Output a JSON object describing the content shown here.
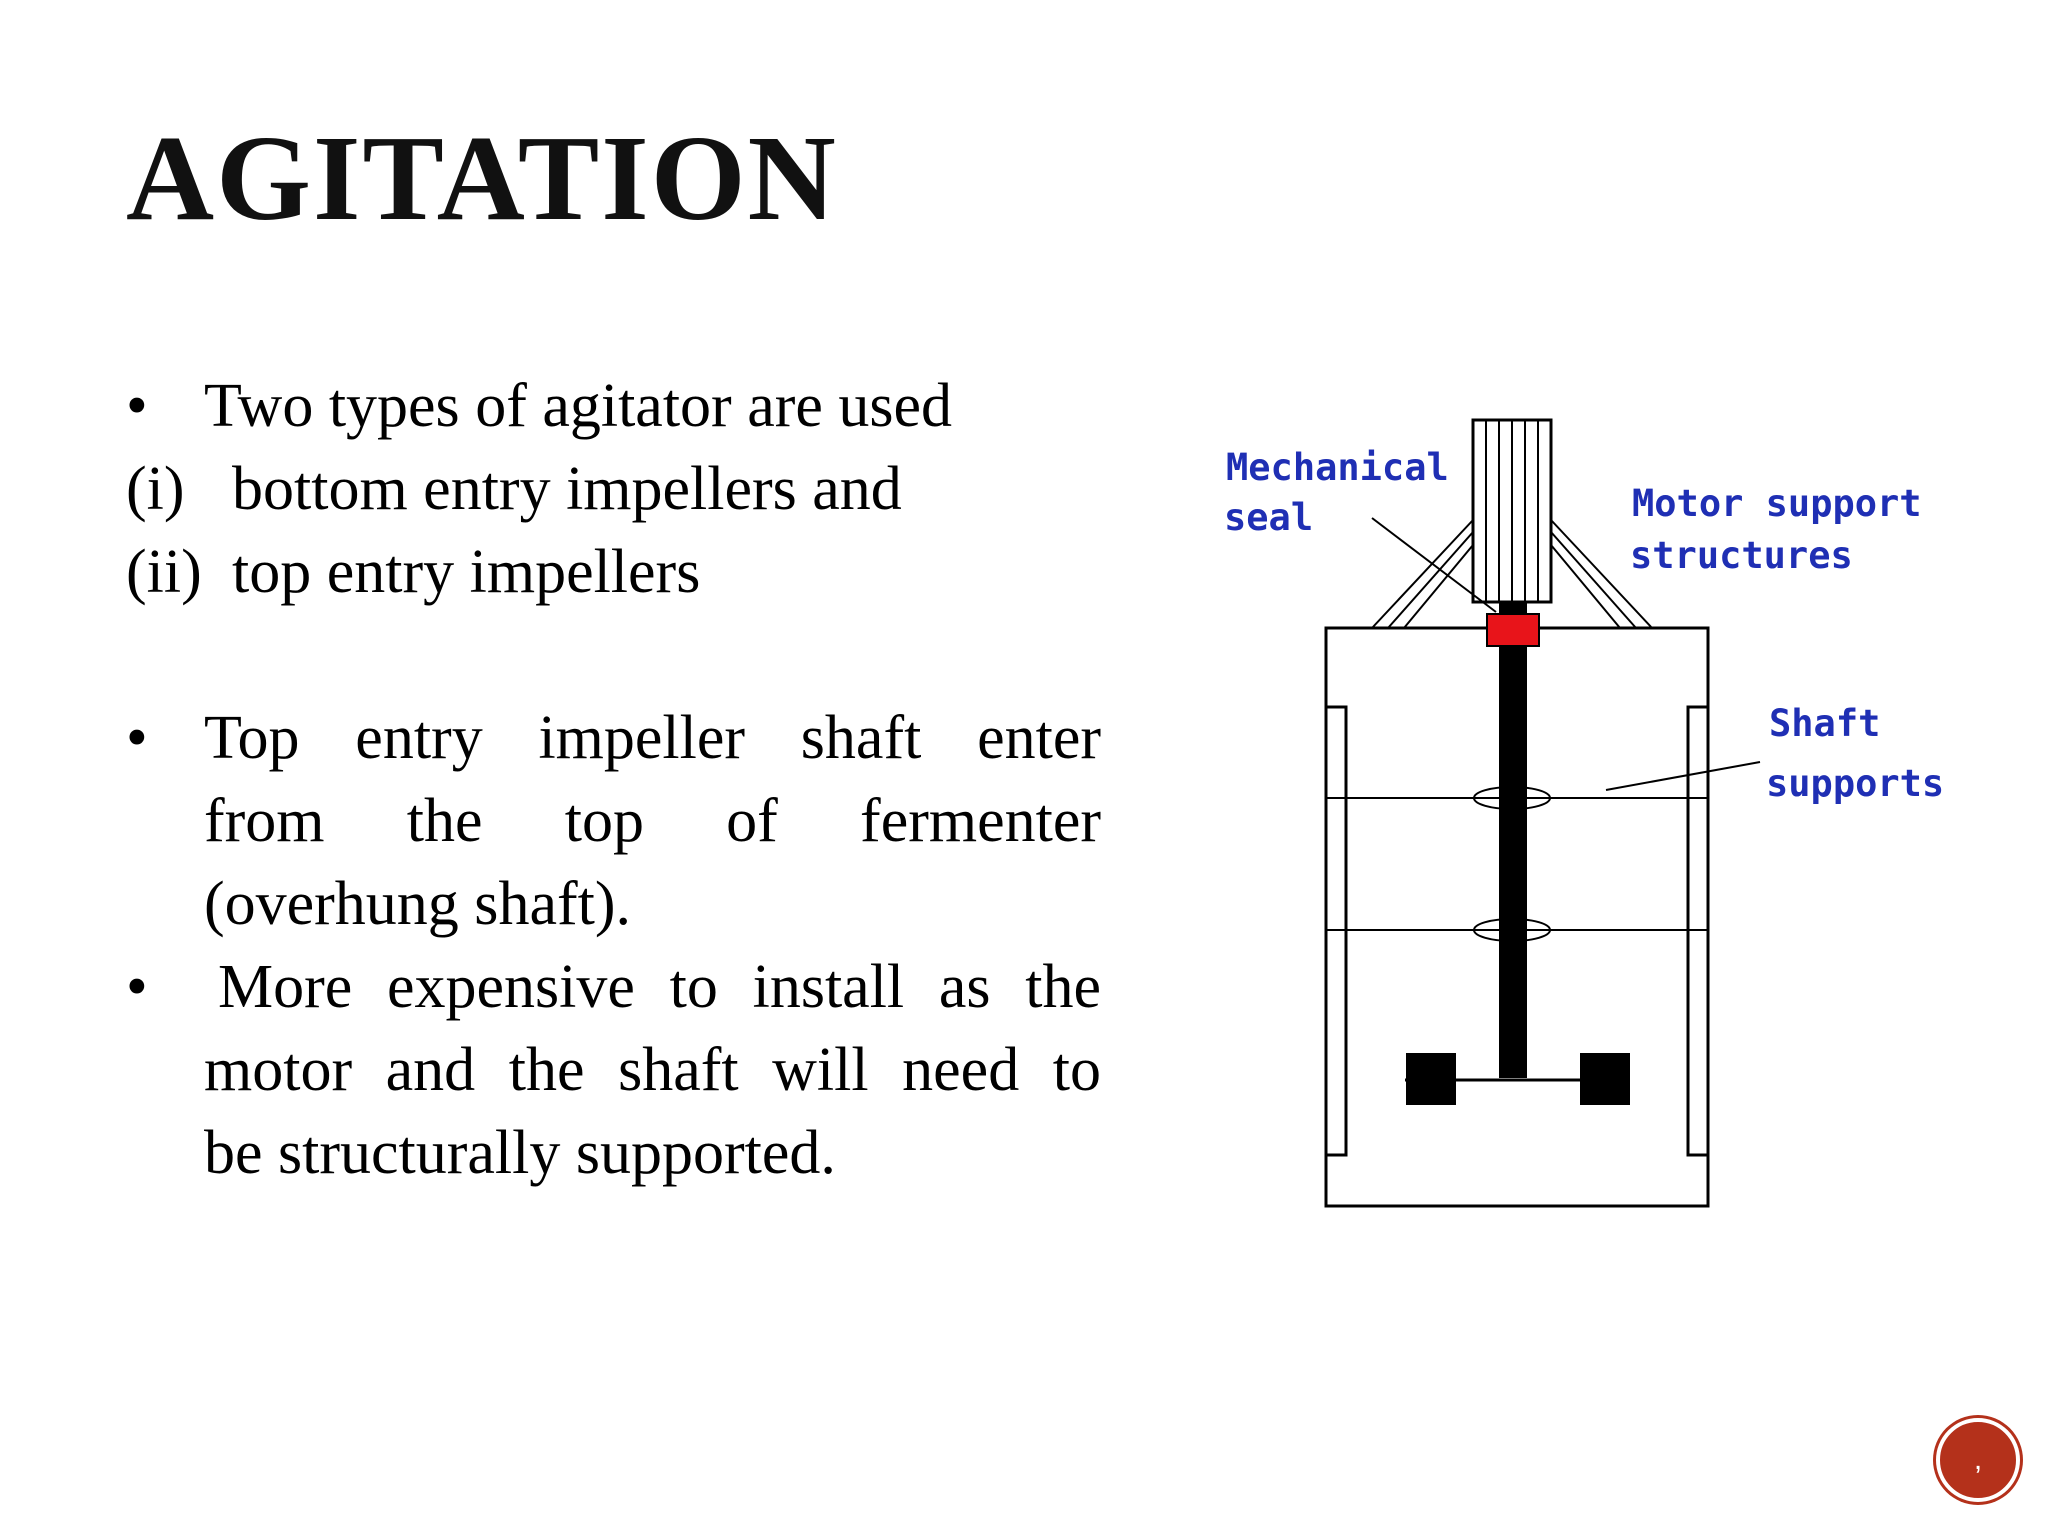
{
  "slide": {
    "title": "AGITATION",
    "bullet_symbol": "•",
    "intro_bullet": "Two types of agitator are used",
    "types": [
      {
        "num": "(i)",
        "text": "bottom entry impellers and"
      },
      {
        "num": "(ii)",
        "text": "top entry impellers"
      }
    ],
    "bullet2": [
      "Top entry impeller shaft enter",
      "from the top of fermenter",
      "(overhung shaft)."
    ],
    "bullet3": [
      "More expensive to install as the",
      "motor and the shaft will need to",
      "be structurally supported."
    ]
  },
  "diagram": {
    "labels": {
      "mechanical_seal_1": "Mechanical",
      "mechanical_seal_2": "seal",
      "motor_support_1": "Motor support",
      "motor_support_2": "structures",
      "shaft_supports_1": "Shaft",
      "shaft_supports_2": "supports"
    },
    "colors": {
      "label": "#1f2fb4",
      "seal": "#e8141a",
      "badge": "#b4311b"
    }
  },
  "page_number": ","
}
